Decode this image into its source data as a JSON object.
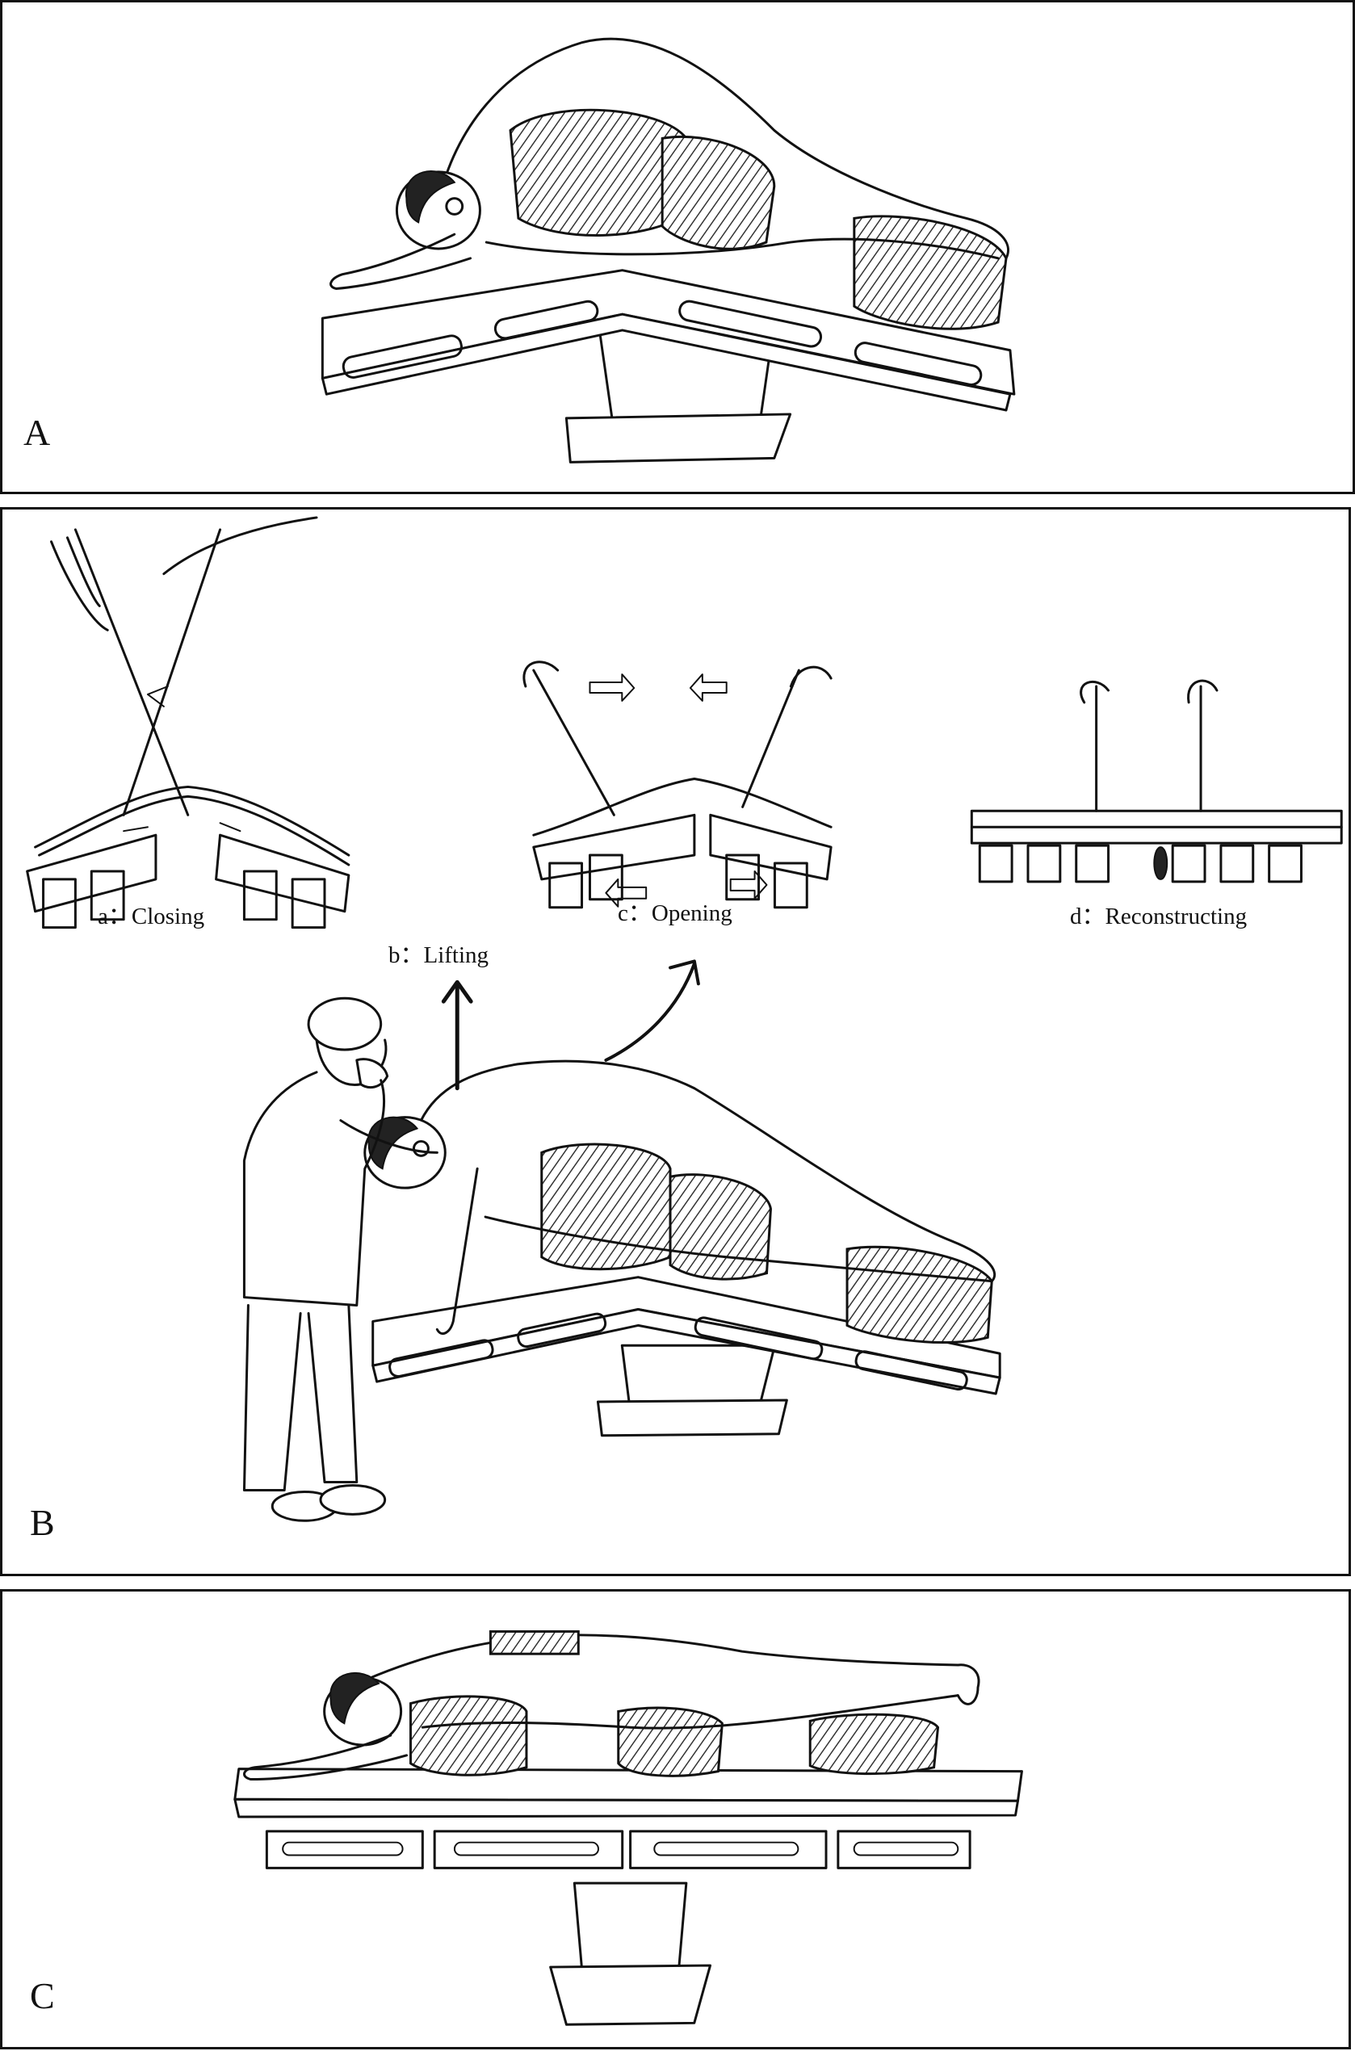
{
  "panels": {
    "a": {
      "letter": "A"
    },
    "b": {
      "letter": "B",
      "steps": {
        "closing": "a：Closing",
        "lifting": "b：Lifting",
        "opening": "c：Opening",
        "reconstructing": "d：Reconstructing"
      }
    },
    "c": {
      "letter": "C"
    }
  }
}
